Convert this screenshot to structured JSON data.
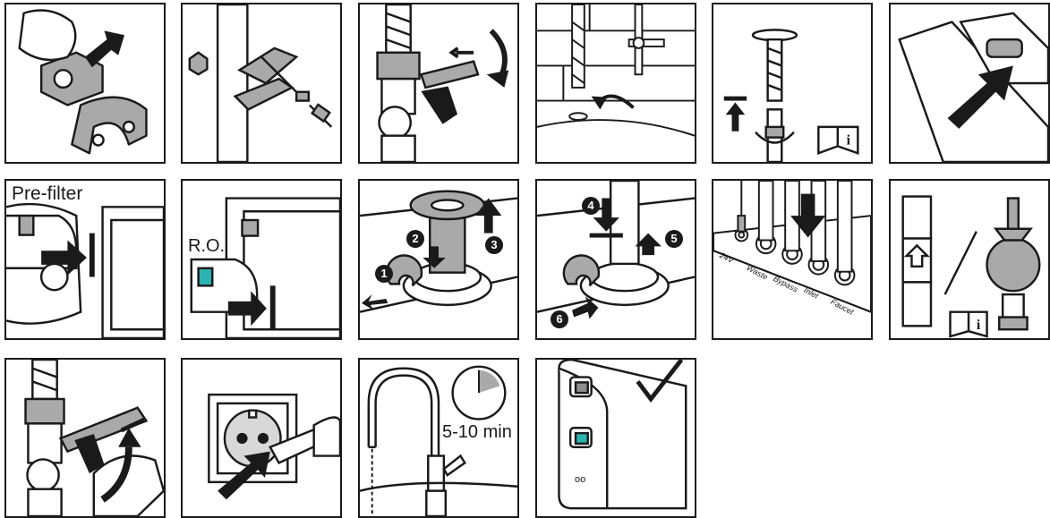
{
  "labels": {
    "pre_filter": "Pre-filter",
    "ro": "R.O.",
    "flush_time": "5-10 min",
    "led": "oo"
  },
  "connectors": [
    "24V",
    "Waste",
    "Bypass",
    "Inlet",
    "Faucet"
  ],
  "steps": [
    "1",
    "2",
    "3",
    "4",
    "5",
    "6"
  ],
  "colors": {
    "line": "#1a1a1a",
    "part": "#a9a9a9",
    "accent": "#2ab3b0",
    "indicator": "#8f8f8f"
  }
}
